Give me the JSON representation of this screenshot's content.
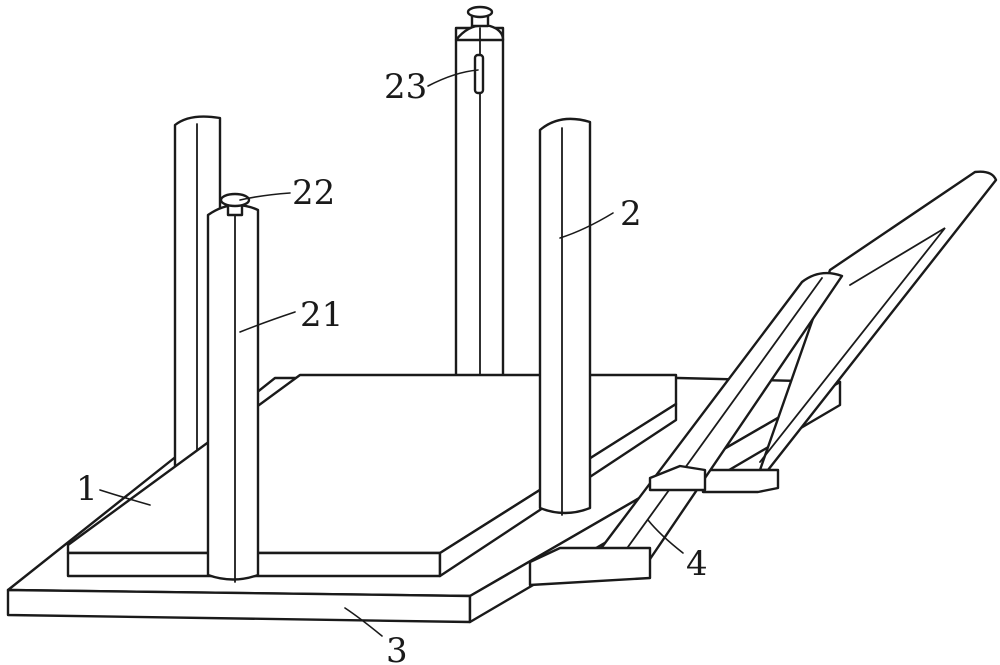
{
  "labels": {
    "l1": "1",
    "l2": "2",
    "l3": "3",
    "l4": "4",
    "l21": "21",
    "l22": "22",
    "l23": "23"
  },
  "colors": {
    "stroke": "#1a1a1a",
    "fill": "#ffffff"
  }
}
